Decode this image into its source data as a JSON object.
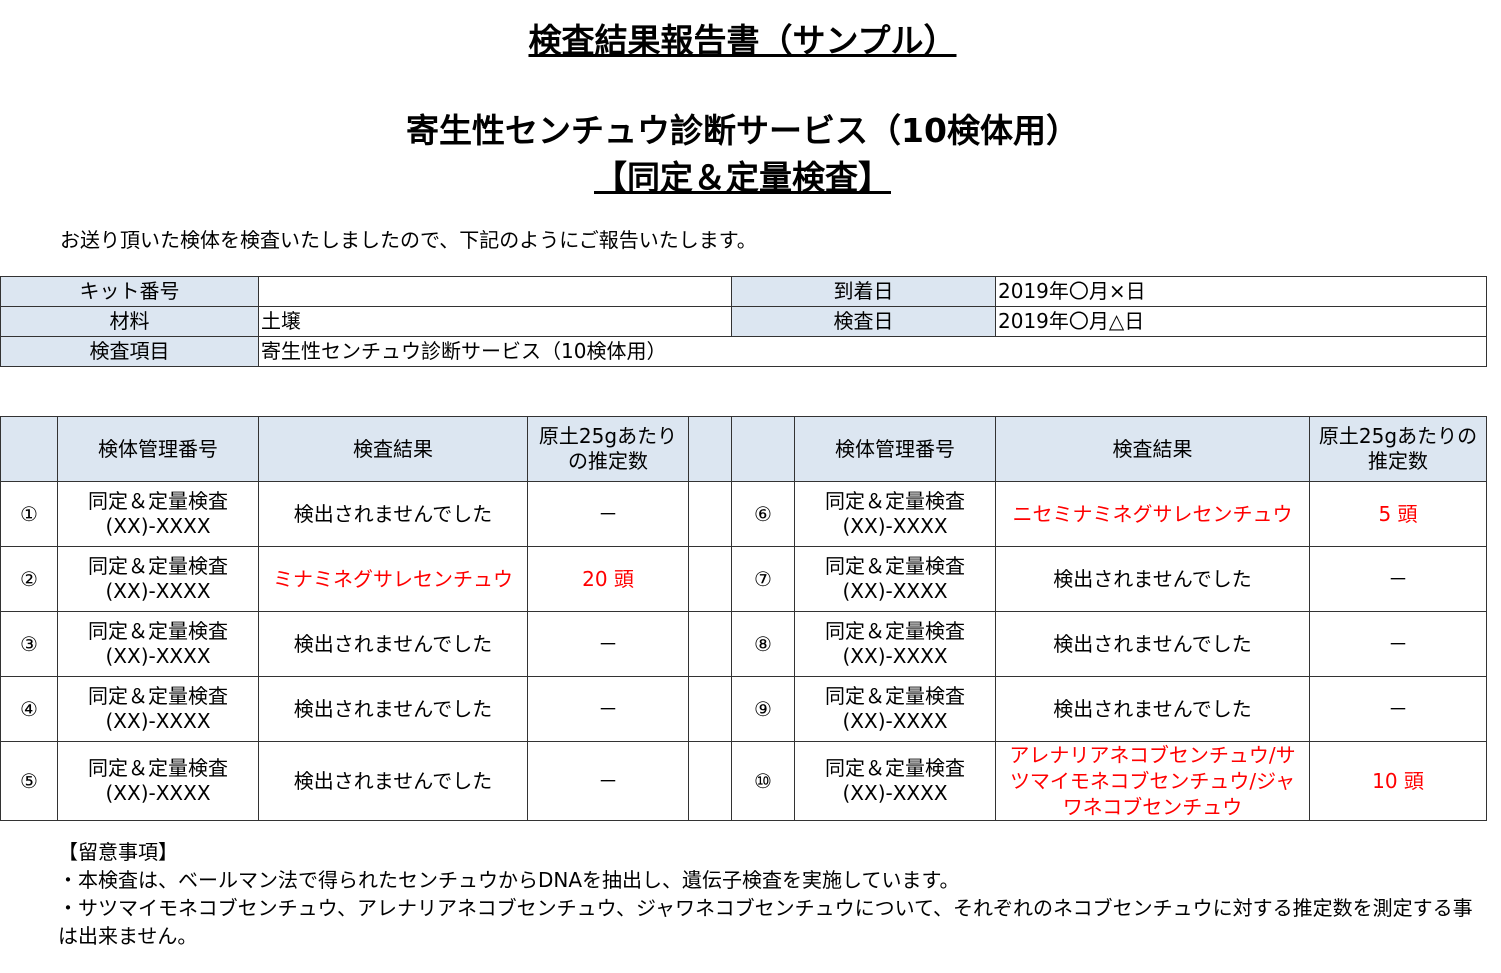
{
  "title": "検査結果報告書（サンプル）",
  "subtitle": "寄生性センチュウ診断サービス（10検体用）",
  "subtitle2": "【同定＆定量検査】",
  "intro": "お送り頂いた検体を検査いたしましたので、下記のようにご報告いたします。",
  "info": {
    "kit_label": "キット番号",
    "kit_value": "",
    "arrival_label": "到着日",
    "arrival_value": "2019年〇月×日",
    "material_label": "材料",
    "material_value": "土壌",
    "test_date_label": "検査日",
    "test_date_value": "2019年〇月△日",
    "item_label": "検査項目",
    "item_value": "寄生性センチュウ診断サービス（10検体用）"
  },
  "headers": {
    "id": "検体管理番号",
    "result": "検査結果",
    "count": "原土25gあたりの推定数"
  },
  "rows": [
    {
      "no": "①",
      "id1": "同定＆定量検査",
      "id2": "(XX)-XXXX",
      "result": "検出されませんでした",
      "count": "－",
      "red": false
    },
    {
      "no": "②",
      "id1": "同定＆定量検査",
      "id2": "(XX)-XXXX",
      "result": "ミナミネグサレセンチュウ",
      "count": "20 頭",
      "red": true
    },
    {
      "no": "③",
      "id1": "同定＆定量検査",
      "id2": "(XX)-XXXX",
      "result": "検出されませんでした",
      "count": "－",
      "red": false
    },
    {
      "no": "④",
      "id1": "同定＆定量検査",
      "id2": "(XX)-XXXX",
      "result": "検出されませんでした",
      "count": "－",
      "red": false
    },
    {
      "no": "⑤",
      "id1": "同定＆定量検査",
      "id2": "(XX)-XXXX",
      "result": "検出されませんでした",
      "count": "－",
      "red": false
    },
    {
      "no": "⑥",
      "id1": "同定＆定量検査",
      "id2": "(XX)-XXXX",
      "result": "ニセミナミネグサレセンチュウ",
      "count": "5 頭",
      "red": true
    },
    {
      "no": "⑦",
      "id1": "同定＆定量検査",
      "id2": "(XX)-XXXX",
      "result": "検出されませんでした",
      "count": "－",
      "red": false
    },
    {
      "no": "⑧",
      "id1": "同定＆定量検査",
      "id2": "(XX)-XXXX",
      "result": "検出されませんでした",
      "count": "－",
      "red": false
    },
    {
      "no": "⑨",
      "id1": "同定＆定量検査",
      "id2": "(XX)-XXXX",
      "result": "検出されませんでした",
      "count": "－",
      "red": false
    },
    {
      "no": "⑩",
      "id1": "同定＆定量検査",
      "id2": "(XX)-XXXX",
      "result": "アレナリアネコブセンチュウ/サツマイモネコブセンチュウ/ジャワネコブセンチュウ",
      "count": "10 頭",
      "red": true
    }
  ],
  "notes": {
    "heading": "【留意事項】",
    "line1": "・本検査は、ベールマン法で得られたセンチュウからDNAを抽出し、遺伝子検査を実施しています。",
    "line2": "・サツマイモネコブセンチュウ、アレナリアネコブセンチュウ、ジャワネコブセンチュウについて、それぞれのネコブセンチュウに対する推定数を測定する事は出来ません。"
  },
  "colors": {
    "header_fill": "#dce6f1",
    "highlight": "#ff0000"
  }
}
